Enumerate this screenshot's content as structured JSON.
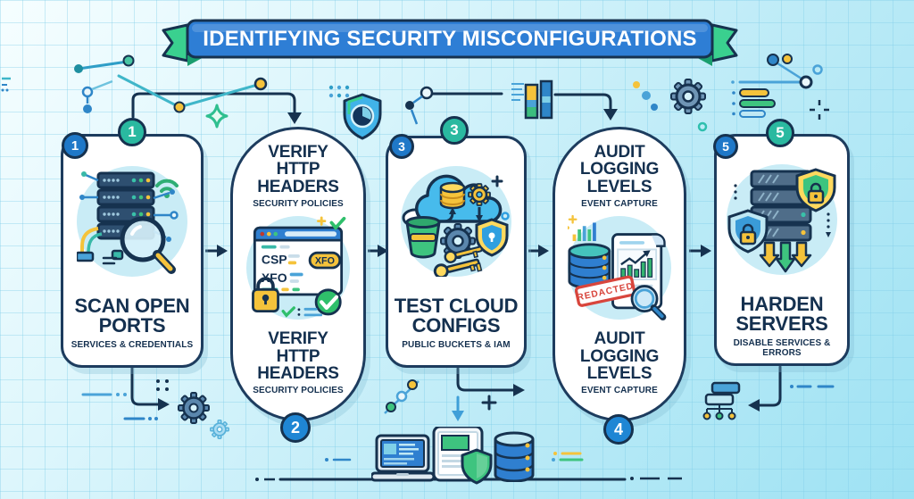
{
  "banner": {
    "title": "IDENTIFYING SECURITY MISCONFIGURATIONS"
  },
  "steps": [
    {
      "number": "1",
      "title": "SCAN OPEN PORTS",
      "subtitle": "SERVICES & CREDENTIALS",
      "icon": "server-rack-magnifier-icon"
    },
    {
      "number": "2",
      "title": "VERIFY HTTP HEADERS",
      "subtitle": "SECURITY POLICIES",
      "icon": "browser-security-headers-icon",
      "labels": {
        "csp": "CSP",
        "xfo": "XFO",
        "xfo_badge": "XFO"
      }
    },
    {
      "number": "3",
      "title": "TEST CLOUD CONFIGS",
      "subtitle": "PUBLIC BUCKETS & IAM",
      "icon": "cloud-bucket-gear-shield-keys-icon"
    },
    {
      "number": "4",
      "title": "AUDIT LOGGING LEVELS",
      "subtitle": "EVENT CAPTURE",
      "icon": "database-report-magnifier-icon",
      "stamp": "REDACTED"
    },
    {
      "number": "5",
      "title": "HARDEN SERVERS",
      "subtitle": "DISABLE SERVICES & ERRORS",
      "icon": "servers-shields-arrows-icon"
    }
  ],
  "colors": {
    "navy": "#16324f",
    "banner_blue": "#2e7ed5",
    "ribbon_green": "#3ad08f",
    "badge_blue": "#1f78c8",
    "badge_teal": "#2ab9a0",
    "yellow": "#f5c33b",
    "green": "#3ec47f",
    "blue": "#2f86c8",
    "red": "#d8453c",
    "icon_bg": "#c9ecf6"
  }
}
